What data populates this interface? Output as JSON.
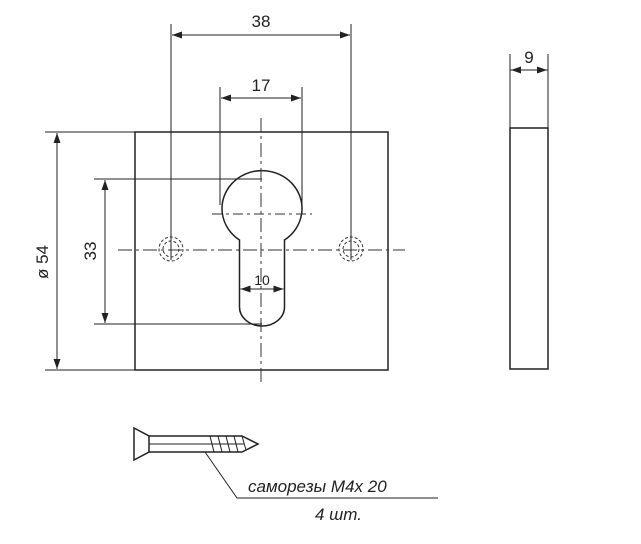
{
  "dimensions": {
    "hole_spacing": "38",
    "cylinder_width": "17",
    "plate_thickness": "9",
    "plate_diameter": "ø 54",
    "cylinder_height": "33",
    "slot_width": "10"
  },
  "note": {
    "screws": "саморезы М4х 20",
    "quantity": "4 шт."
  }
}
